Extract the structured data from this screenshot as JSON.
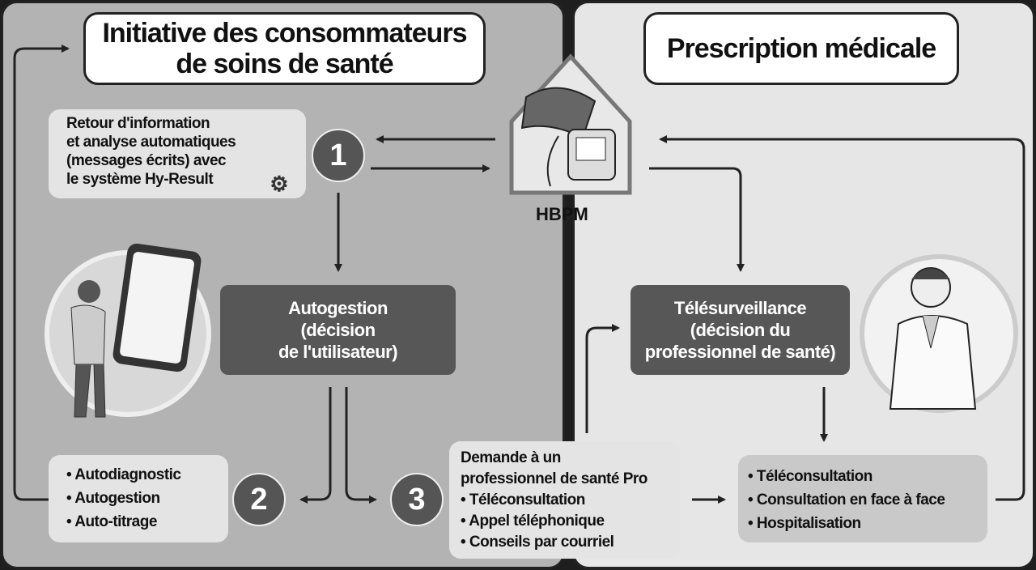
{
  "left_title": [
    "Initiative des consommateurs",
    "de soins de santé"
  ],
  "right_title": "Prescription médicale",
  "info_box": {
    "lines": [
      "Retour d'information",
      "et analyse automatiques",
      "(messages écrits) avec",
      "le système Hy-Result"
    ],
    "icon": "gear-cycle-icon"
  },
  "device_label": "HBPM",
  "steps": [
    "1",
    "2",
    "3"
  ],
  "self_management": [
    "Autogestion",
    "(décision",
    "de l'utilisateur)"
  ],
  "telemonitoring": [
    "Télésurveillance",
    "(décision du",
    "professionnel de santé)"
  ],
  "self_options": [
    "• Autodiagnostic",
    "• Autogestion",
    "• Auto-titrage"
  ],
  "request_box": {
    "lines": [
      "Demande à un",
      "professionnel de santé Pro",
      "• Téléconsultation",
      "• Appel téléphonique",
      "• Conseils par courriel"
    ]
  },
  "care_options": [
    "• Téléconsultation",
    "• Consultation en face à face",
    "• Hospitalisation"
  ]
}
